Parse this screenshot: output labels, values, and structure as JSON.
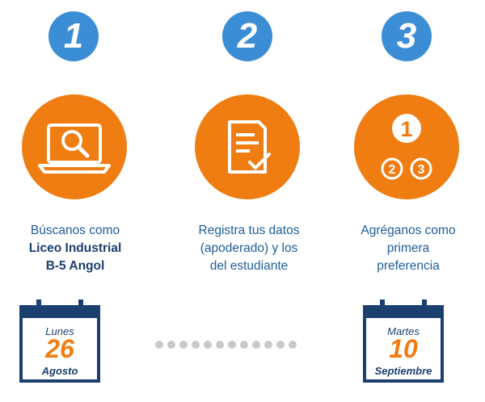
{
  "steps": [
    {
      "number": "1",
      "lines": [
        "Búscanos como",
        "Liceo Industrial",
        "B-5 Angol"
      ],
      "icon": "laptop-search-icon"
    },
    {
      "number": "2",
      "lines": [
        "Registra tus datos",
        "(apoderado) y los",
        "del estudiante"
      ],
      "icon": "form-check-icon"
    },
    {
      "number": "3",
      "lines": [
        "Agréganos como",
        "primera",
        "preferencia"
      ],
      "icon": "ranking-123-icon"
    }
  ],
  "ranking_numbers": [
    "1",
    "2",
    "3"
  ],
  "calendars": [
    {
      "day": "Lunes",
      "date": "26",
      "month": "Agosto"
    },
    {
      "day": "Martes",
      "date": "10",
      "month": "Septiembre"
    }
  ],
  "colors": {
    "blue": "#3b8ed6",
    "orange": "#ef7d12",
    "navy": "#1b3f6e",
    "dots": "#c9c9c9"
  }
}
